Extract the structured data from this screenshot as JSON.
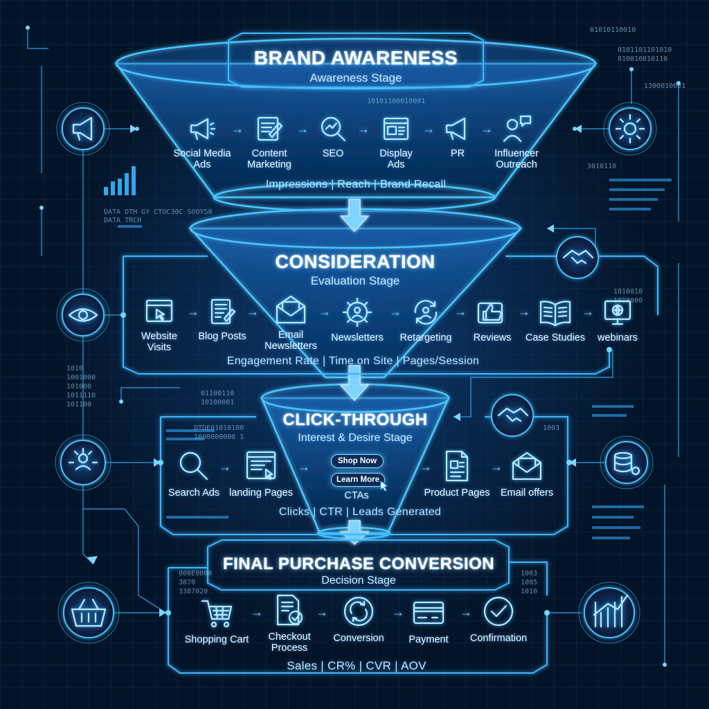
{
  "stages": [
    {
      "title": "BRAND AWARENESS",
      "subtitle": "Awareness Stage",
      "metrics": "Impressions  |  Reach  |  Brand Recall",
      "items": [
        {
          "label": "Social Media\nAds",
          "icon": "megaphone-icon"
        },
        {
          "label": "Content\nMarketing",
          "icon": "content-edit-icon"
        },
        {
          "label": "SEO",
          "icon": "seo-search-icon"
        },
        {
          "label": "Display\nAds",
          "icon": "display-ads-icon"
        },
        {
          "label": "PR",
          "icon": "pr-megaphone-icon"
        },
        {
          "label": "Influencer\nOutreach",
          "icon": "influencer-icon"
        }
      ]
    },
    {
      "title": "CONSIDERATION",
      "subtitle": "Evaluation Stage",
      "metrics": "Engagement Rate  |  Time on Site  |  Pages/Session",
      "items": [
        {
          "label": "Website\nVisits",
          "icon": "browser-cursor-icon"
        },
        {
          "label": "Blog Posts",
          "icon": "blog-post-icon"
        },
        {
          "label": "Email\nNewsletters",
          "icon": "email-icon"
        },
        {
          "label": "Newsletters",
          "icon": "gear-user-icon"
        },
        {
          "label": "Retargeting",
          "icon": "retargeting-icon"
        },
        {
          "label": "Reviews",
          "icon": "thumbs-up-icon"
        },
        {
          "label": "Case Studies",
          "icon": "open-book-icon"
        },
        {
          "label": "webinars",
          "icon": "webinar-monitor-icon"
        }
      ]
    },
    {
      "title": "CLICK-THROUGH",
      "subtitle": "Interest & Desire Stage",
      "metrics": "Clicks  |  CTR  |  Leads Generated",
      "items": [
        {
          "label": "Search Ads",
          "icon": "magnifier-icon"
        },
        {
          "label": "landing Pages",
          "icon": "landing-page-icon"
        },
        {
          "label": "CTAs",
          "icon": "cta-buttons-icon"
        },
        {
          "label": "Product Pages",
          "icon": "product-page-icon"
        },
        {
          "label": "Email offers",
          "icon": "email-offer-icon"
        }
      ],
      "cta_buttons": [
        "Shop Now",
        "Learn More"
      ]
    },
    {
      "title": "FINAL PURCHASE CONVERSION",
      "subtitle": "Decision Stage",
      "metrics": "Sales  |  CR%  |  CVR  |  AOV",
      "items": [
        {
          "label": "Shopping Cart",
          "icon": "shopping-cart-icon"
        },
        {
          "label": "Checkout\nProcess",
          "icon": "checkout-icon"
        },
        {
          "label": "Conversion",
          "icon": "conversion-cycle-icon"
        },
        {
          "label": "Payment",
          "icon": "credit-card-icon"
        },
        {
          "label": "Confirmation",
          "icon": "checkmark-circle-icon"
        }
      ]
    }
  ],
  "side_nodes": [
    {
      "icon": "megaphone-icon"
    },
    {
      "icon": "eye-icon"
    },
    {
      "icon": "network-user-icon"
    },
    {
      "icon": "basket-icon"
    },
    {
      "icon": "gear-icon"
    },
    {
      "icon": "handshake-icon"
    },
    {
      "icon": "handshake-icon"
    },
    {
      "icon": "database-icon"
    },
    {
      "icon": "growth-chart-icon"
    }
  ],
  "decor_text": {
    "binary_top_right": "0101101101010\n010010010110",
    "binary_mid_right": "1300010001",
    "binary_b1": "3010110",
    "binary_b2": "1010010\n1010000",
    "binary_left": "1010\n1001000\n101000\n1011110\n101100",
    "binary_center": "01100110\n10100001",
    "binary_top": "01010110010",
    "binary_top_center": "10101100010001",
    "data_text_1": "DATA DTH GY CTOC30C SOOYS0",
    "data_text_2": "DATA TRCH",
    "binary_cl1": "DTDE01010100\n1000000000 1",
    "binary_cr": "1003",
    "binary_final_l": "000E0000\n3870\n3387020",
    "binary_final_r": "1003\n1005\n1010"
  },
  "colors": {
    "accent": "#35b8ff",
    "background": "#041428",
    "text": "#ffffff"
  }
}
